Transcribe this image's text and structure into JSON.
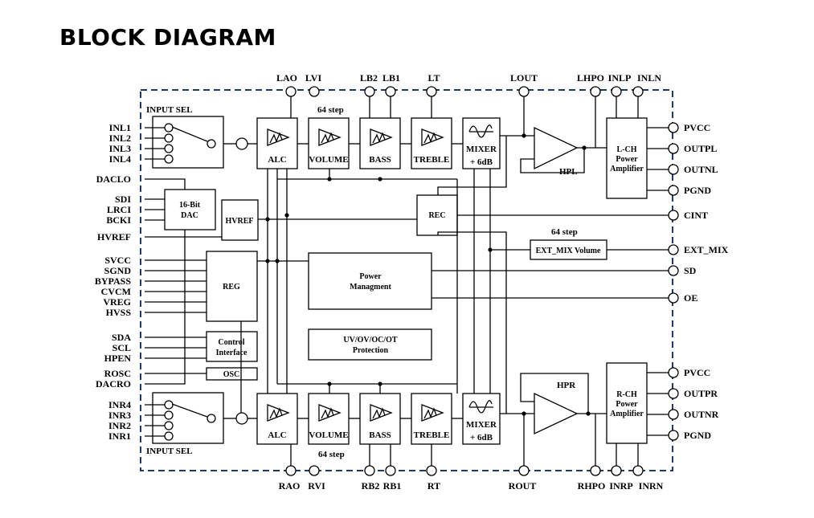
{
  "title": "BLOCK DIAGRAM",
  "top_pins": [
    "LAO",
    "LVI",
    "LB2",
    "LB1",
    "LT",
    "LOUT",
    "LHPO",
    "INLP",
    "INLN"
  ],
  "bottom_pins": [
    "RAO",
    "RVI",
    "RB2",
    "RB1",
    "RT",
    "ROUT",
    "RHPO",
    "INRP",
    "INRN"
  ],
  "left_pins": [
    "INL1",
    "INL2",
    "INL3",
    "INL4",
    "DACLO",
    "SDI",
    "LRCI",
    "BCKI",
    "HVREF",
    "SVCC",
    "SGND",
    "BYPASS",
    "CVCM",
    "VREG",
    "HVSS",
    "SDA",
    "SCL",
    "HPEN",
    "ROSC",
    "DACRO",
    "INR4",
    "INR3",
    "INR2",
    "INR1"
  ],
  "right_pins": [
    "PVCC",
    "OUTPL",
    "OUTNL",
    "PGND",
    "CINT",
    "EXT_MIX",
    "SD",
    "OE",
    "PVCC",
    "OUTPR",
    "OUTNR",
    "PGND"
  ],
  "blocks": {
    "input_sel": "INPUT SEL",
    "alc": "ALC",
    "volume": "VOLUME",
    "bass": "BASS",
    "treble": "TREBLE",
    "mixer": "MIXER",
    "mixer_gain": "+ 6dB",
    "step_label": "64 step",
    "hpl": "HPL",
    "hpr": "HPR",
    "lch_amp": [
      "L-CH",
      "Power",
      "Amplifier"
    ],
    "rch_amp": [
      "R-CH",
      "Power",
      "Amplifier"
    ],
    "dac": [
      "16-Bit",
      "DAC"
    ],
    "hvref": "HVREF",
    "rec": "REC",
    "ext_mix_volume": "EXT_MIX Volume",
    "ext_step": "64 step",
    "reg": "REG",
    "power": [
      "Power",
      "Managment"
    ],
    "control": [
      "Control",
      "Interface"
    ],
    "osc": "OSC",
    "protection": [
      "UV/OV/OC/OT",
      "Protection"
    ]
  }
}
